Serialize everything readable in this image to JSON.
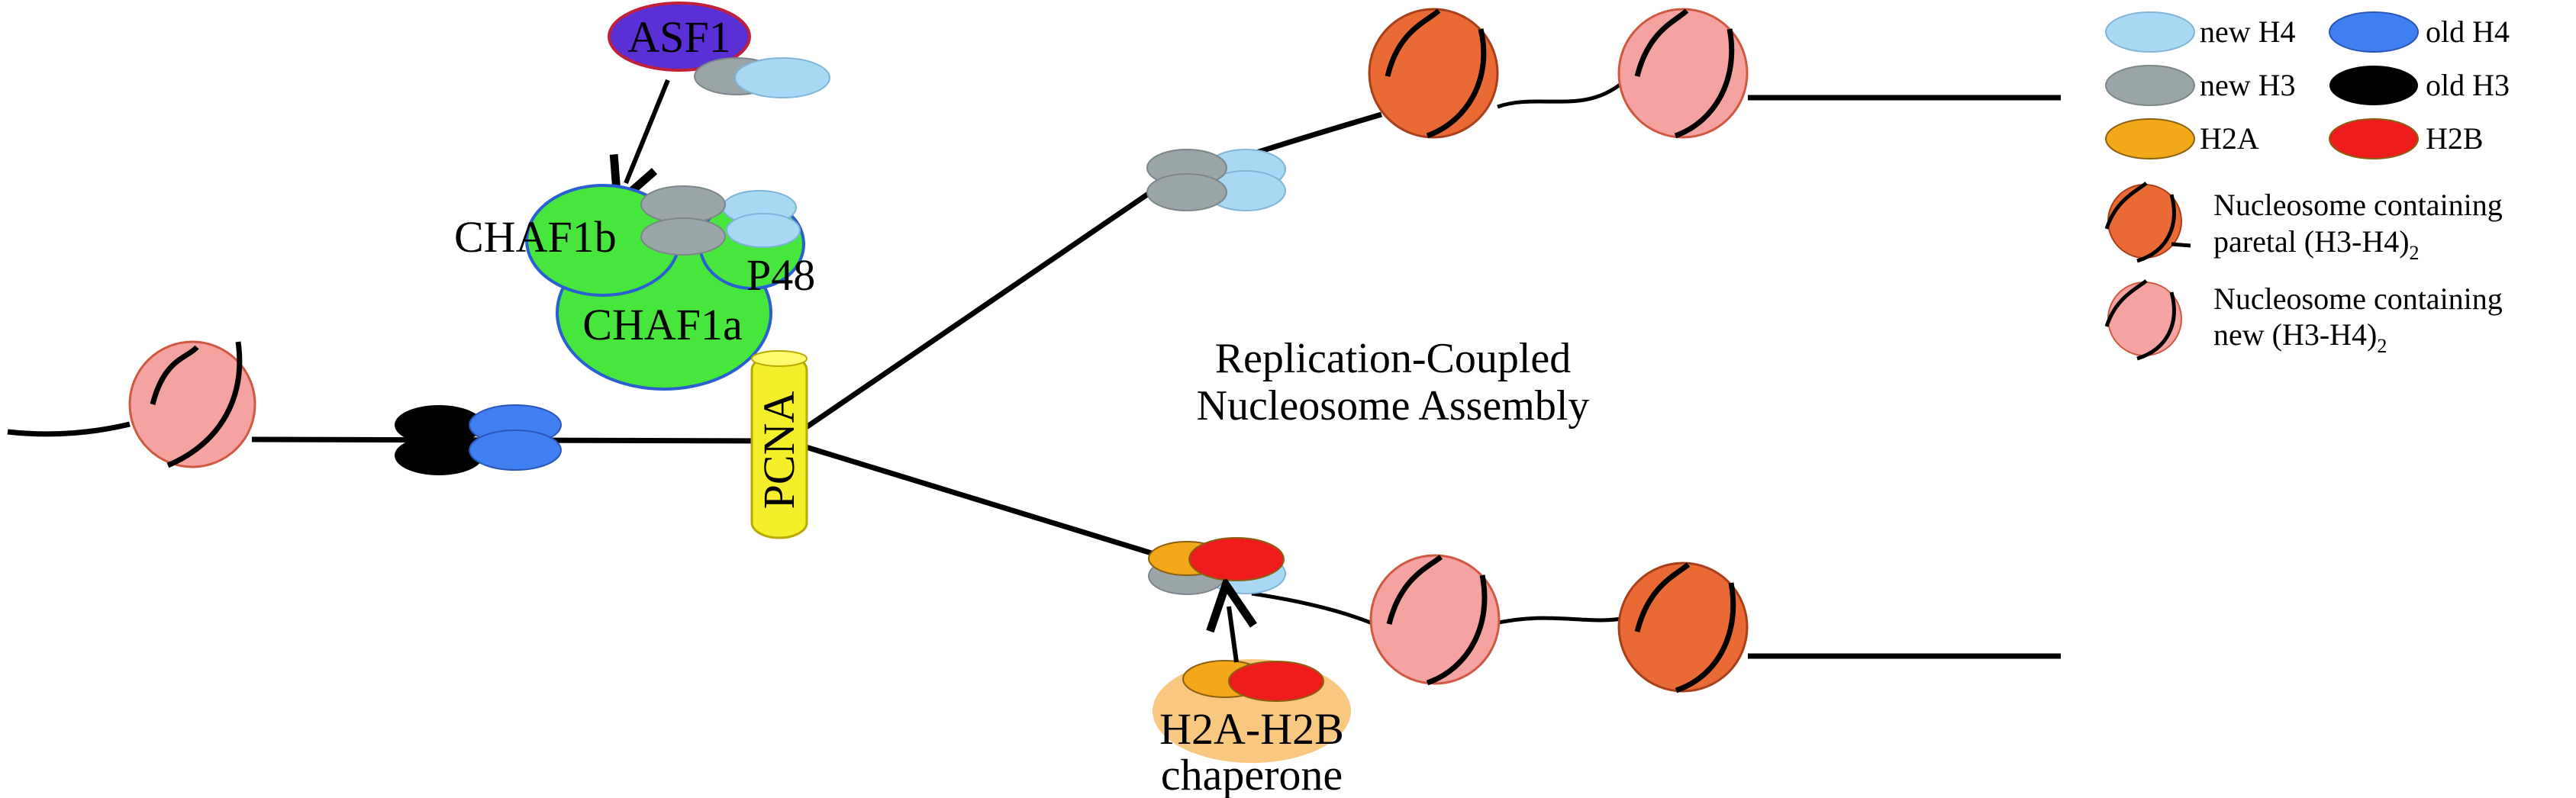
{
  "title": {
    "line1": "Replication-Coupled",
    "line2": "Nucleosome Assembly"
  },
  "labels": {
    "asf1": "ASF1",
    "chaf1b": "CHAF1b",
    "p48": "P48",
    "chaf1a": "CHAF1a",
    "pcna": "PCNA",
    "h2a_h2b_line1": "H2A-H2B",
    "h2a_h2b_line2": "chaperone"
  },
  "legend": {
    "new_h4": "new H4",
    "old_h4": "old H4",
    "new_h3": "new H3",
    "old_h3": "old H3",
    "h2a": "H2A",
    "h2b": "H2B",
    "parental_line1": "Nucleosome containing",
    "parental_line2": "paretal (H3-H4)",
    "parental_sub": "2",
    "new_line1": "Nucleosome containing",
    "new_line2": "new (H3-H4)",
    "new_sub": "2"
  },
  "colors": {
    "new_h4": "#a9d8f5",
    "old_h4": "#3f7ff0",
    "new_h3": "#9aa5a8",
    "old_h3": "#000000",
    "h2a": "#f3a81a",
    "h2b": "#ee1c1c",
    "parental_nucleosome": "#ea6a35",
    "new_nucleosome": "#f4a3a0",
    "asf1": "#5a2fd6",
    "chaf1": "#46e63c",
    "pcna": "#f4ef2a",
    "chaperone": "#f8c880",
    "dna": "#000000"
  }
}
